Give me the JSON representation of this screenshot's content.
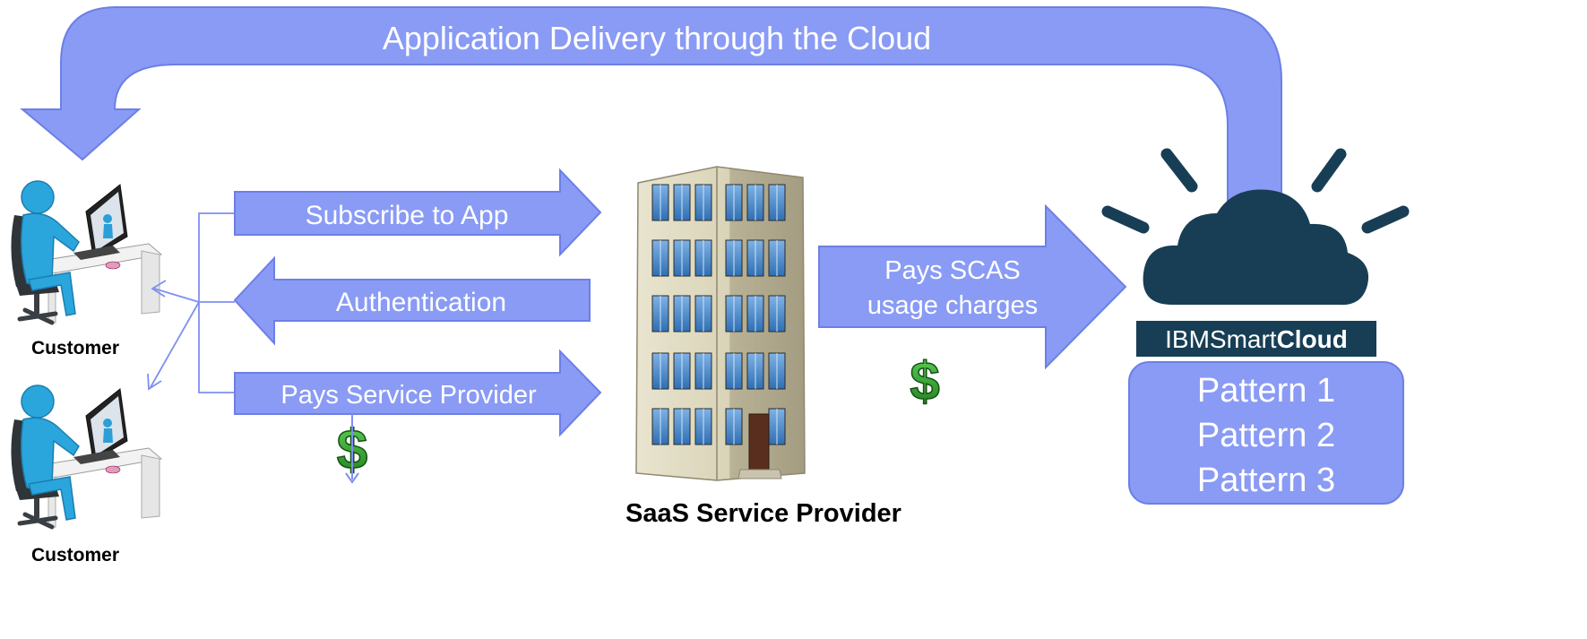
{
  "colors": {
    "arrow_fill": "#8a9bf5",
    "arrow_stroke": "#6d7fe6",
    "connector": "#7f8ff0",
    "cloud": "#173e55",
    "pattern_box": "#8a9bf5",
    "dollar": "#2e8b22",
    "logo_bg": "#173e55"
  },
  "banner": {
    "label": "Application Delivery through the Cloud"
  },
  "flows": {
    "subscribe": "Subscribe to App",
    "authentication": "Authentication",
    "pays_service_provider": "Pays Service Provider",
    "pays_scas": [
      "Pays SCAS",
      "usage charges"
    ]
  },
  "customers": [
    {
      "label": "Customer",
      "icon": "person-at-computer-icon"
    },
    {
      "label": "Customer",
      "icon": "person-at-computer-icon"
    }
  ],
  "provider": {
    "label": "SaaS Service Provider",
    "icon": "office-building-icon"
  },
  "cloud": {
    "icon": "cloud-icon",
    "logo": {
      "prefix": "IBM",
      "middle": "Smart",
      "bold": "Cloud"
    },
    "patterns": [
      "Pattern 1",
      "Pattern 2",
      "Pattern 3"
    ]
  },
  "dollar_symbol": "$"
}
